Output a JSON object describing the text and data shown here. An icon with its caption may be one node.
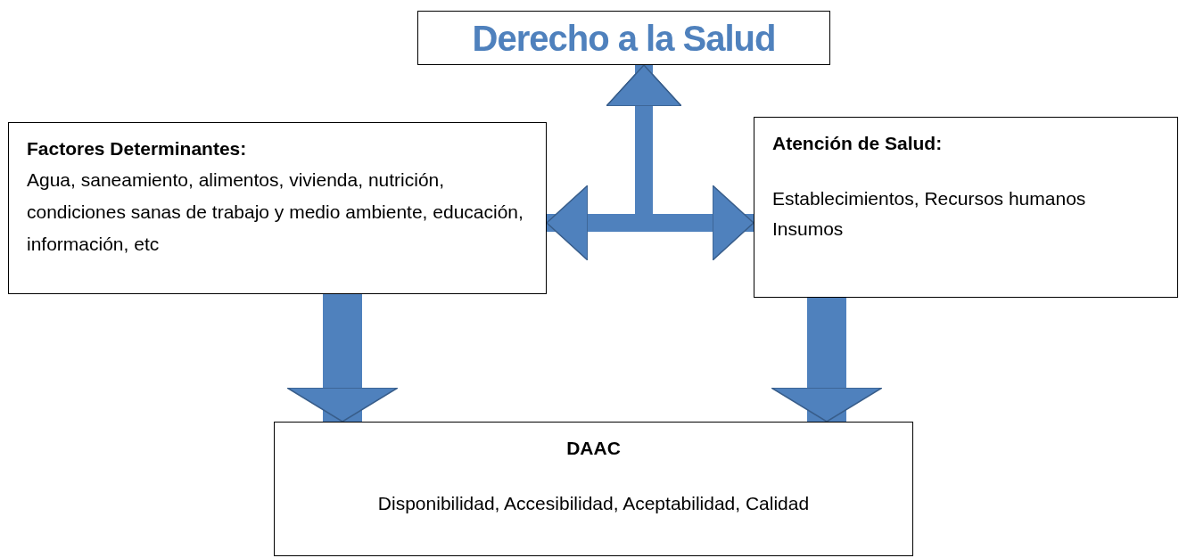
{
  "diagram": {
    "nodes": [
      {
        "text": [
          "Derecho a la Salud"
        ]
      },
      {
        "text": [
          "Factores Determinantes:",
          "Agua, saneamiento, alimentos, vivienda, nutrición, condiciones sanas de trabajo y medio ambiente, educación, información, etc"
        ]
      },
      {
        "text": [
          "Atención de Salud:",
          "Establecimientos, Recursos humanos Insumos"
        ]
      },
      {
        "text": [
          "DAAC",
          "Disponibilidad, Accesibilidad, Aceptabilidad, Calidad"
        ]
      }
    ],
    "edges": [
      {
        "from": 1,
        "to": 0,
        "arrow": "both"
      },
      {
        "from": 2,
        "to": 0,
        "arrow": "both"
      },
      {
        "from": 1,
        "to": 3,
        "arrow": "to",
        "style": "thick"
      },
      {
        "from": 2,
        "to": 3,
        "arrow": "to",
        "style": "thick"
      }
    ]
  }
}
